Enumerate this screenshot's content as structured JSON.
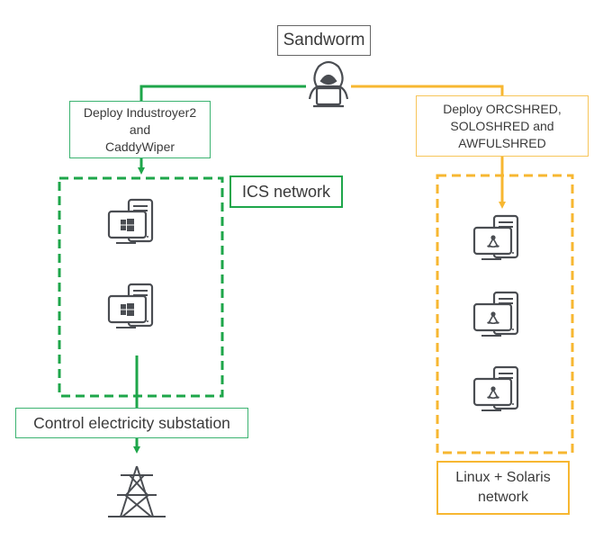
{
  "diagram": {
    "actor": {
      "label": "Sandworm",
      "icon": "hacker-icon"
    },
    "left_branch": {
      "color": "#1ea64a",
      "action_lines": [
        "Deploy Industroyer2",
        "and",
        "CaddyWiper"
      ],
      "network_label": "ICS network",
      "hosts": [
        {
          "os": "windows",
          "icon": "windows-workstation-icon"
        },
        {
          "os": "windows",
          "icon": "windows-workstation-icon"
        }
      ],
      "outcome": "Control electricity substation",
      "target_icon": "power-pylon-icon"
    },
    "right_branch": {
      "color": "#f7b731",
      "action_lines": [
        "Deploy ORCSHRED,",
        "SOLOSHRED and",
        "AWFULSHRED"
      ],
      "network_label_lines": [
        "Linux + Solaris",
        "network"
      ],
      "hosts": [
        {
          "os": "linux",
          "icon": "linux-workstation-icon"
        },
        {
          "os": "linux",
          "icon": "linux-workstation-icon"
        },
        {
          "os": "linux",
          "icon": "linux-workstation-icon"
        }
      ]
    },
    "colors": {
      "green": "#1ea64a",
      "yellow": "#f7b731",
      "icon_gray": "#4a4d52"
    }
  }
}
